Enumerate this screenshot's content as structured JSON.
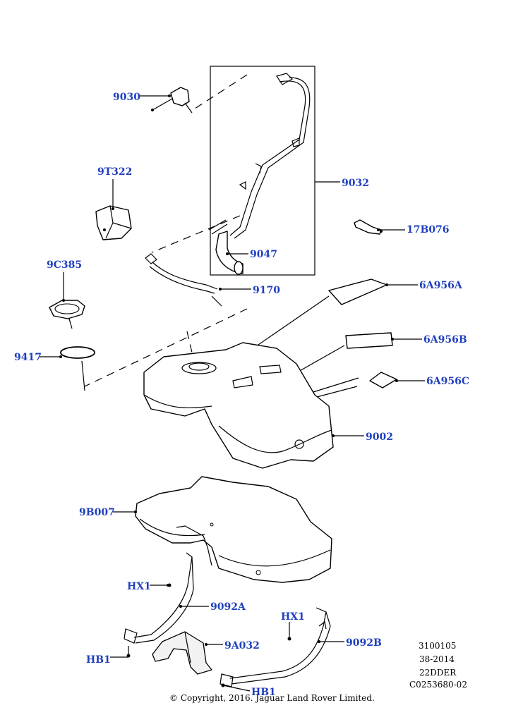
{
  "diagram": {
    "labels": {
      "l9030": "9030",
      "l9t322": "9T322",
      "l9c385": "9C385",
      "l9417": "9417",
      "l9032": "9032",
      "l9047": "9047",
      "l9170": "9170",
      "l17b076": "17B076",
      "l6a956a": "6A956A",
      "l6a956b": "6A956B",
      "l6a956c": "6A956C",
      "l9002": "9002",
      "l9b007": "9B007",
      "lhx1a": "HX1",
      "l9092a": "9092A",
      "lhx1b": "HX1",
      "l9092b": "9092B",
      "l9a032": "9A032",
      "lhb1a": "HB1",
      "lhb1b": "HB1"
    },
    "meta": {
      "line1": "3100105",
      "line2": "38-2014",
      "line3": "22DDER",
      "line4": "C0253680-02"
    },
    "copyright": "© Copyright, 2016. Jaguar Land Rover Limited.",
    "label_color": "#1f3fbf"
  }
}
